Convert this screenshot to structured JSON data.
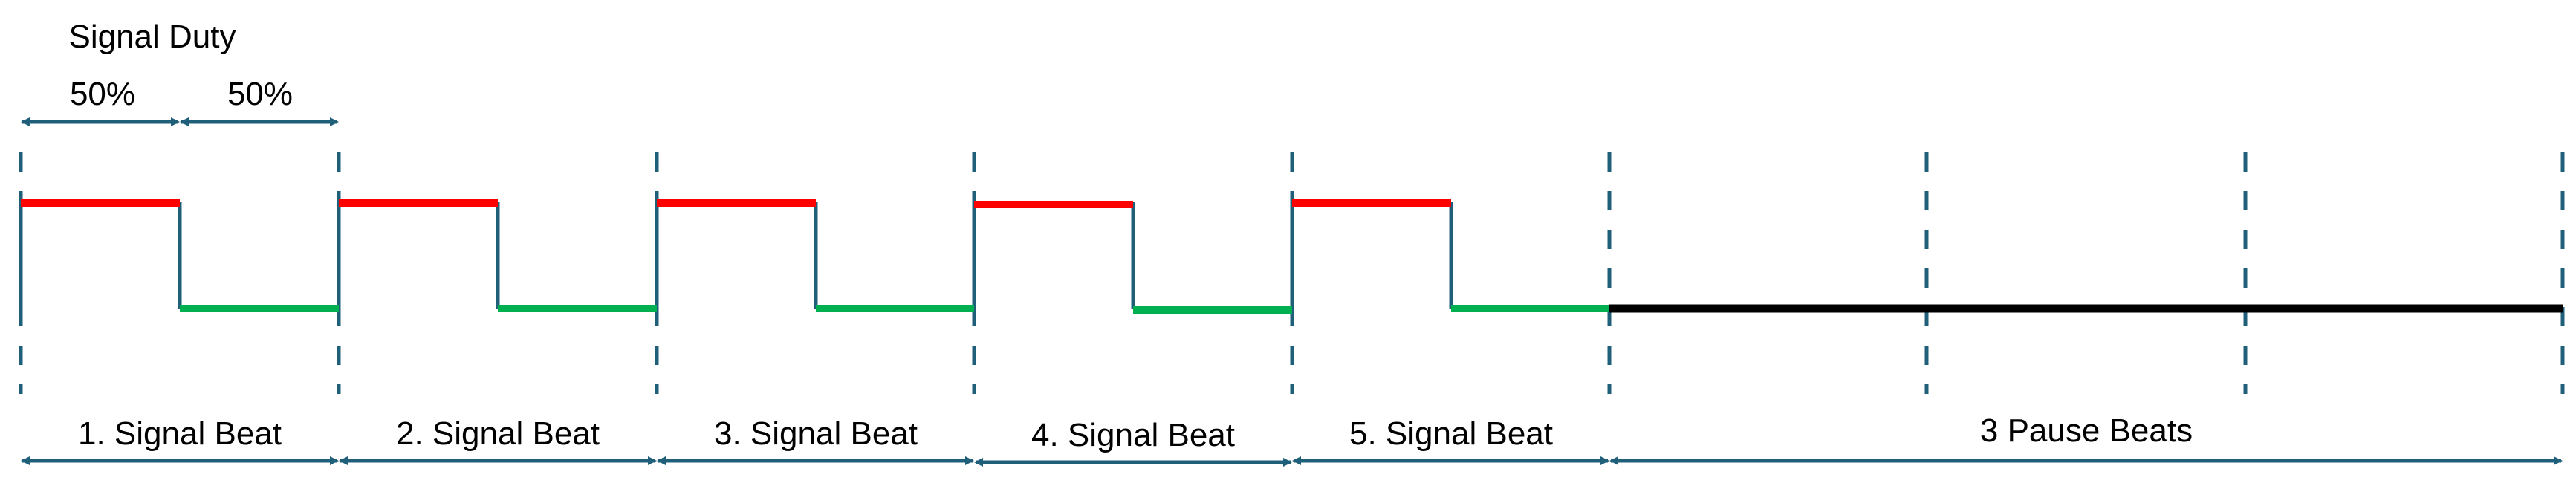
{
  "title": "Signal Duty",
  "duty": [
    {
      "label": "50%"
    },
    {
      "label": "50%"
    }
  ],
  "signal_beats": [
    {
      "label": "1. Signal Beat"
    },
    {
      "label": "2. Signal Beat"
    },
    {
      "label": "3. Signal Beat"
    },
    {
      "label": "4. Signal Beat"
    },
    {
      "label": "5. Signal Beat"
    }
  ],
  "pause": {
    "label": "3 Pause Beats",
    "beats": 3
  },
  "colors": {
    "high": "#ff0000",
    "low": "#00b050",
    "pause": "#000000",
    "structure": "#1f5f7a"
  }
}
